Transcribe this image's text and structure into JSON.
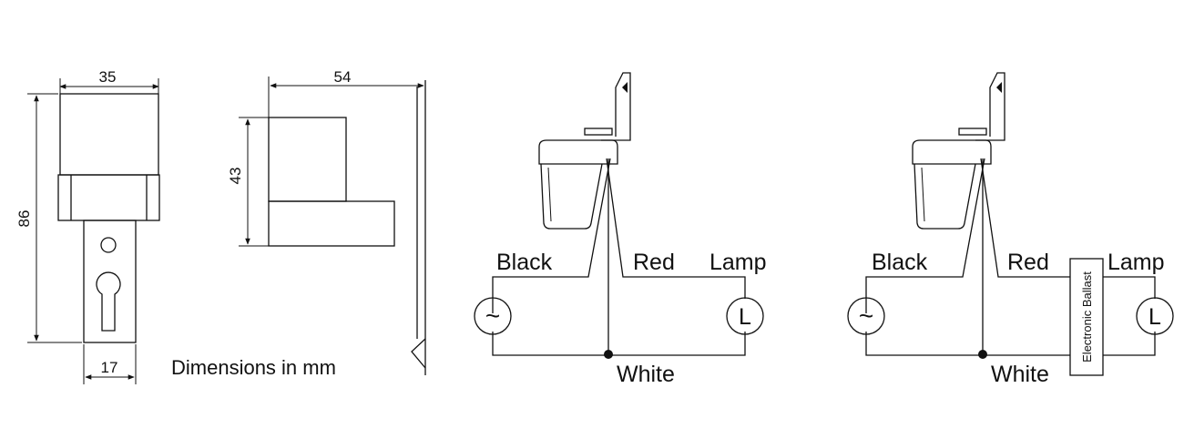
{
  "dimensions": {
    "width_35": "35",
    "height_86": "86",
    "base_17": "17",
    "depth_54": "54",
    "height_43": "43",
    "caption": "Dimensions in mm"
  },
  "wiring_basic": {
    "black_label": "Black",
    "red_label": "Red",
    "lamp_label": "Lamp",
    "white_label": "White",
    "source_symbol": "~",
    "lamp_symbol": "L"
  },
  "wiring_ballast": {
    "black_label": "Black",
    "red_label": "Red",
    "lamp_label": "Lamp",
    "white_label": "White",
    "source_symbol": "~",
    "lamp_symbol": "L",
    "ballast_label": "Electronic Ballast"
  }
}
